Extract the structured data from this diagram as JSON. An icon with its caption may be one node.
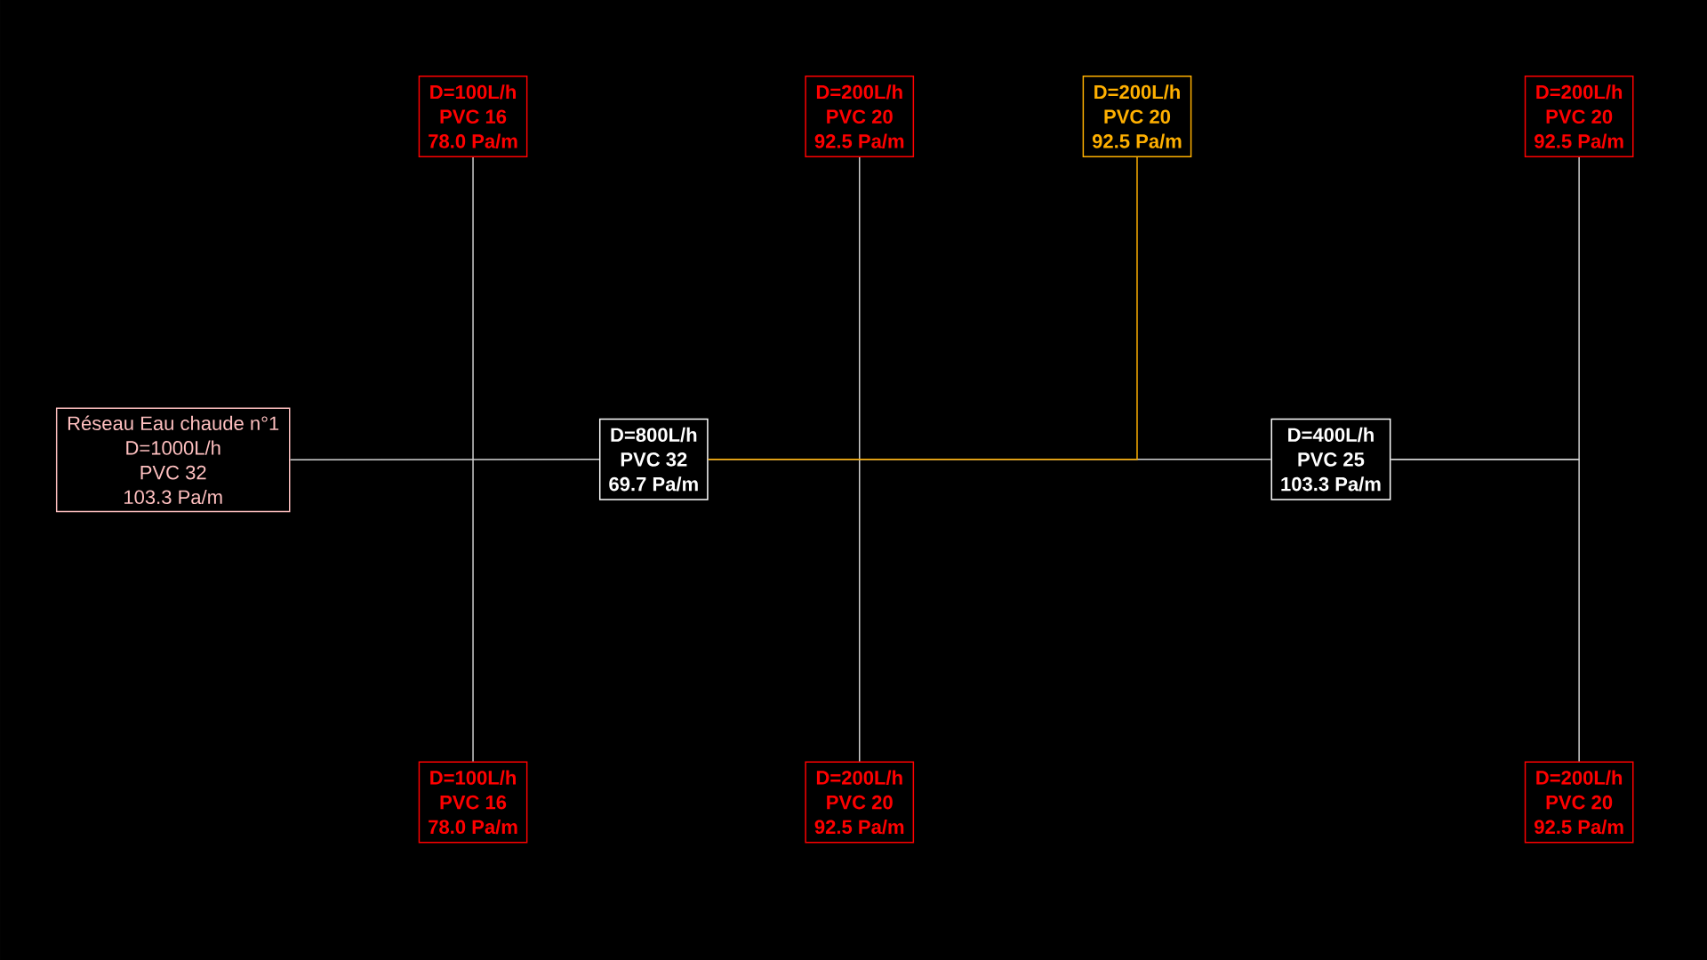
{
  "diagram": {
    "nodes": [
      {
        "text": [
          "Réseau Eau chaude n°1",
          "D=1000L/h",
          "PVC 32",
          "103.3 Pa/m"
        ]
      },
      {
        "text": [
          "D=100L/h",
          "PVC 16",
          "78.0 Pa/m"
        ]
      },
      {
        "text": [
          "D=200L/h",
          "PVC 20",
          "92.5 Pa/m"
        ]
      },
      {
        "text": [
          "D=200L/h",
          "PVC 20",
          "92.5 Pa/m"
        ]
      },
      {
        "text": [
          "D=200L/h",
          "PVC 20",
          "92.5 Pa/m"
        ]
      },
      {
        "text": [
          "D=800L/h",
          "PVC 32",
          "69.7 Pa/m"
        ]
      },
      {
        "text": [
          "D=400L/h",
          "PVC 25",
          "103.3 Pa/m"
        ]
      },
      {
        "text": [
          "D=100L/h",
          "PVC 16",
          "78.0 Pa/m"
        ]
      },
      {
        "text": [
          "D=200L/h",
          "PVC 20",
          "92.5 Pa/m"
        ]
      },
      {
        "text": [
          "D=200L/h",
          "PVC 20",
          "92.5 Pa/m"
        ]
      }
    ],
    "edges": [
      {
        "from": 0,
        "to": 5,
        "arrow": "none"
      },
      {
        "from": 1,
        "to": 7,
        "arrow": "none"
      },
      {
        "from": 2,
        "to": 8,
        "arrow": "none"
      },
      {
        "from": 5,
        "to": 6,
        "arrow": "none"
      },
      {
        "from": 5,
        "to": 3,
        "arrow": "none",
        "color": "#ffb000"
      },
      {
        "from": 6,
        "to": 4,
        "arrow": "none"
      },
      {
        "from": 6,
        "to": 9,
        "arrow": "none"
      }
    ]
  }
}
